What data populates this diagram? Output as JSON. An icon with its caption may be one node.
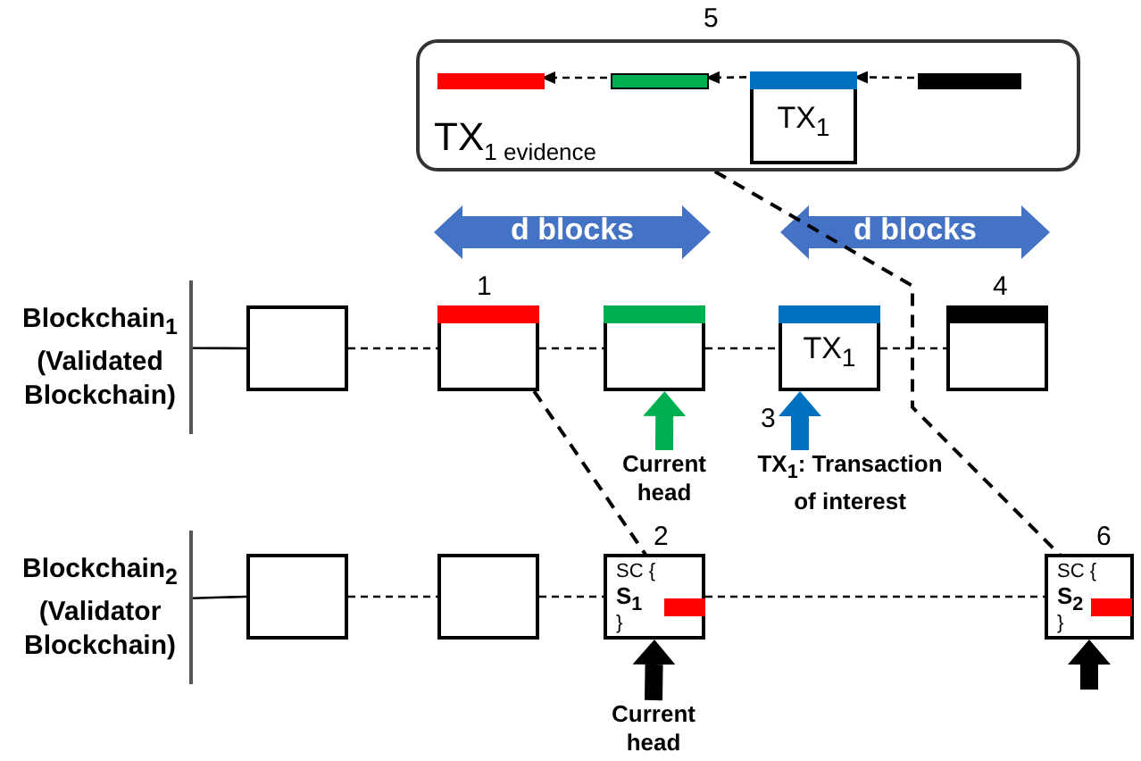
{
  "diagram": {
    "nodes": [
      {
        "text": [
          "TX$_{1 evidence}$"
        ],
        "beside": [
          "5"
        ]
      },
      {
        "text": [],
        "shape": "bar",
        "in": 0
      },
      {
        "text": [],
        "shape": "bar",
        "in": 0
      },
      {
        "text": [
          "TX$_{1}$"
        ],
        "in": 0
      },
      {
        "text": [],
        "shape": "bar",
        "in": 0
      },
      {
        "text": [
          "Blockchain$_{1}$ (Validated Blockchain)"
        ]
      },
      {
        "text": [],
        "shape": "box"
      },
      {
        "text": [],
        "shape": "box",
        "beside": [
          "1"
        ]
      },
      {
        "text": [],
        "shape": "box"
      },
      {
        "text": [
          "TX$_{1}$"
        ],
        "beside": [
          "3"
        ]
      },
      {
        "text": [],
        "shape": "box",
        "beside": [
          "4"
        ]
      },
      {
        "text": [
          "Current head"
        ]
      },
      {
        "text": [
          "TX$_{1}$: Transaction of interest"
        ]
      },
      {
        "text": [
          "Blockchain$_{2}$ (Validator Blockchain)"
        ]
      },
      {
        "text": [],
        "shape": "box"
      },
      {
        "text": [],
        "shape": "box"
      },
      {
        "text": [
          "SC {",
          "S$_{1}$",
          "}"
        ],
        "beside": [
          "2"
        ]
      },
      {
        "text": [],
        "shape": "bar",
        "in": 16
      },
      {
        "text": [
          "SC {",
          "S$_{2}$",
          "}"
        ],
        "beside": [
          "6"
        ]
      },
      {
        "text": [],
        "shape": "bar",
        "in": 18
      },
      {
        "text": [
          "Current head"
        ]
      }
    ],
    "edges": [
      {
        "from": 2,
        "to": 1,
        "arrow": "to",
        "style": "dashed"
      },
      {
        "from": 3,
        "to": 2,
        "arrow": "to",
        "style": "dashed"
      },
      {
        "from": 4,
        "to": 3,
        "arrow": "to",
        "style": "dashed"
      },
      {
        "from": 5,
        "to": 6,
        "arrow": "none"
      },
      {
        "from": 6,
        "to": 7,
        "arrow": "none",
        "style": "dashed"
      },
      {
        "from": 7,
        "to": 8,
        "arrow": "none",
        "style": "dashed"
      },
      {
        "from": 8,
        "to": 9,
        "arrow": "none",
        "style": "dashed"
      },
      {
        "from": 9,
        "to": 10,
        "arrow": "none",
        "style": "dashed"
      },
      {
        "from": 11,
        "to": 8,
        "arrow": "to",
        "style": "thick",
        "color": "#00b050"
      },
      {
        "from": 12,
        "to": 9,
        "arrow": "to",
        "style": "thick",
        "color": "#0070c0"
      },
      {
        "from": 13,
        "to": 14,
        "arrow": "none"
      },
      {
        "from": 14,
        "to": 15,
        "arrow": "none",
        "style": "dashed"
      },
      {
        "from": 15,
        "to": 16,
        "arrow": "none",
        "style": "dashed"
      },
      {
        "from": 16,
        "to": 18,
        "arrow": "none",
        "style": "dashed"
      },
      {
        "from": 20,
        "to": 16,
        "arrow": "to",
        "style": "thick"
      },
      {
        "from": null,
        "to": 18,
        "arrow": "to",
        "style": "thick"
      },
      {
        "from": 7,
        "to": 17,
        "arrow": "to",
        "style": "dashed"
      },
      {
        "from": 0,
        "to": 19,
        "arrow": "to",
        "style": "dashed"
      }
    ],
    "labels": [
      "d blocks",
      "d blocks"
    ]
  }
}
